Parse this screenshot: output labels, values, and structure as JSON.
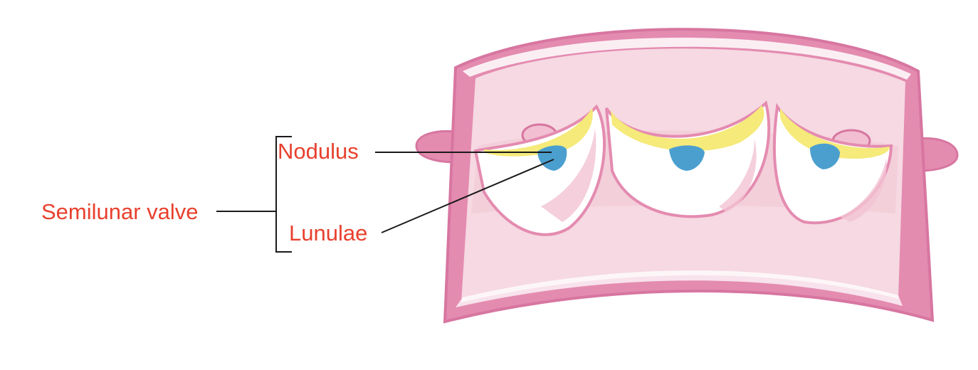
{
  "labels": {
    "semilunar_valve": "Semilunar valve",
    "nodulus": "Nodulus",
    "lunulae": "Lunulae"
  },
  "colors": {
    "label_text": "#e8402e",
    "leader_line": "#1a1a1a",
    "vessel_wall": "#e48bb0",
    "vessel_wall_dark": "#d776a0",
    "vessel_inner": "#f6d9e2",
    "vessel_lumen": "#f3cfda",
    "cusp_white": "#ffffff",
    "cusp_shadow": "#f2c3d3",
    "lunula_yellow": "#f5ea7a",
    "nodulus_blue": "#4b9fcf"
  }
}
